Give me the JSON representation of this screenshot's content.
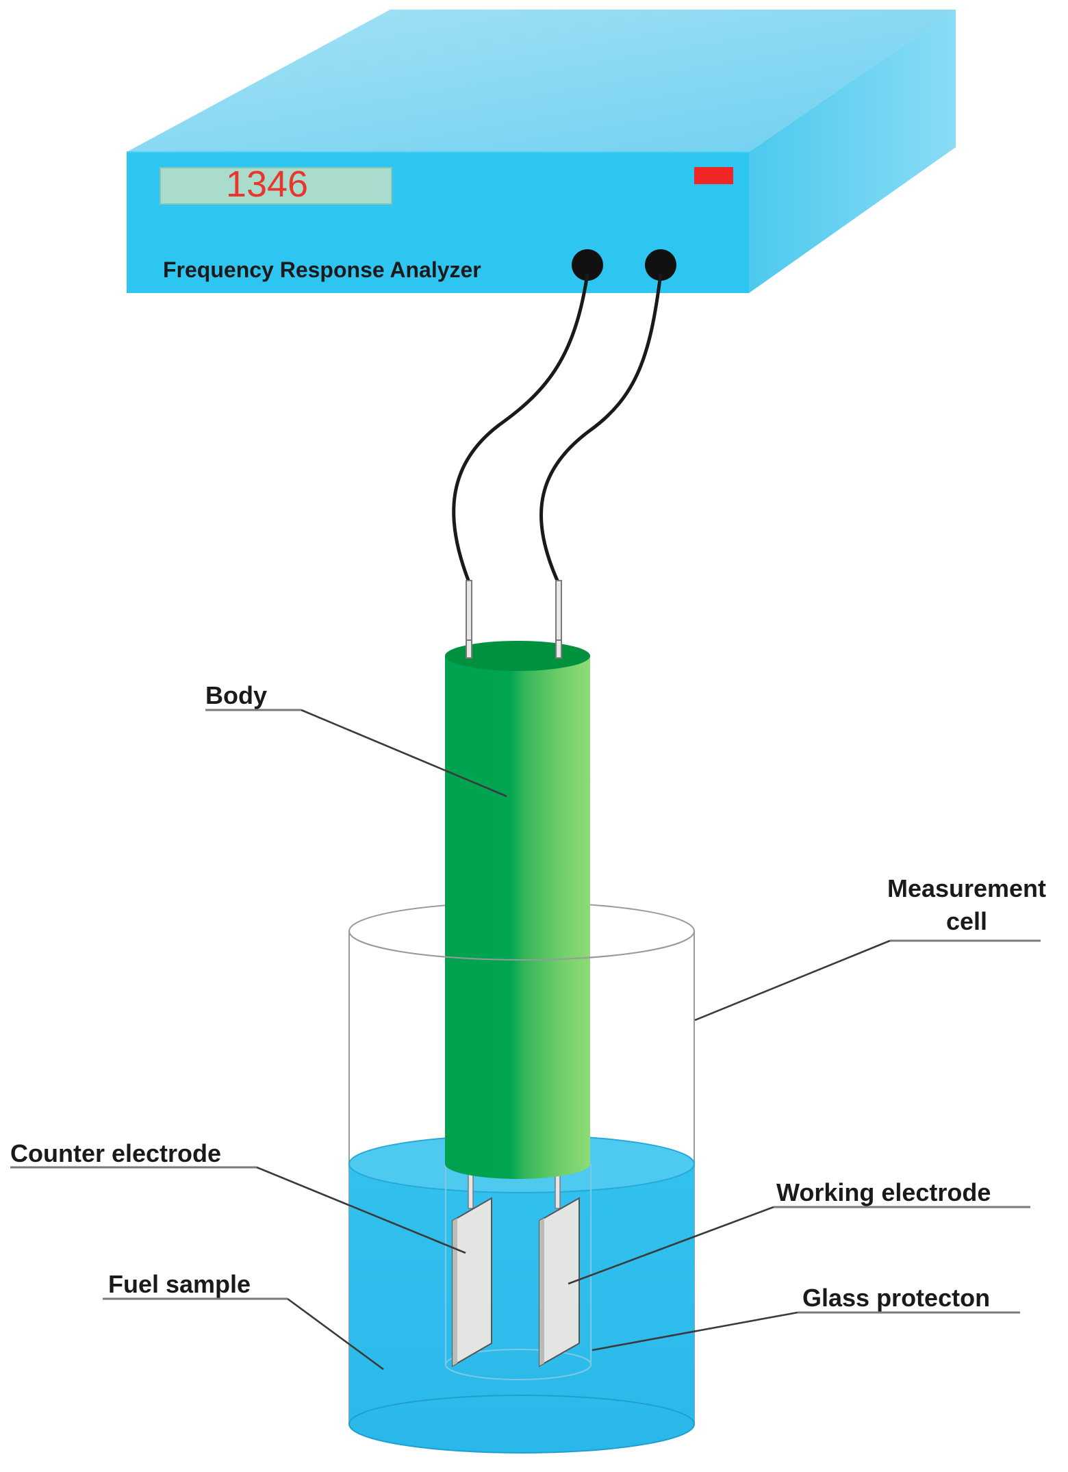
{
  "analyzer": {
    "display_value": "1346",
    "name": "Frequency Response Analyzer"
  },
  "labels": {
    "body": "Body",
    "measurement_cell_line1": "Measurement",
    "measurement_cell_line2": "cell",
    "counter_electrode": "Counter electrode",
    "working_electrode": "Working electrode",
    "fuel_sample": "Fuel sample",
    "glass_protection": "Glass protecton"
  },
  "colors": {
    "analyzer_front": "#2ec6f0",
    "analyzer_top": "#8fd9f2",
    "analyzer_side": "#5ccff1",
    "display_bg": "#a7dccb",
    "display_text": "#e8362b",
    "indicator": "#ef2626",
    "body_green": "#00a651",
    "fuel_blue": "#2dbdec",
    "electrode_plate": "#e3e5e3"
  }
}
